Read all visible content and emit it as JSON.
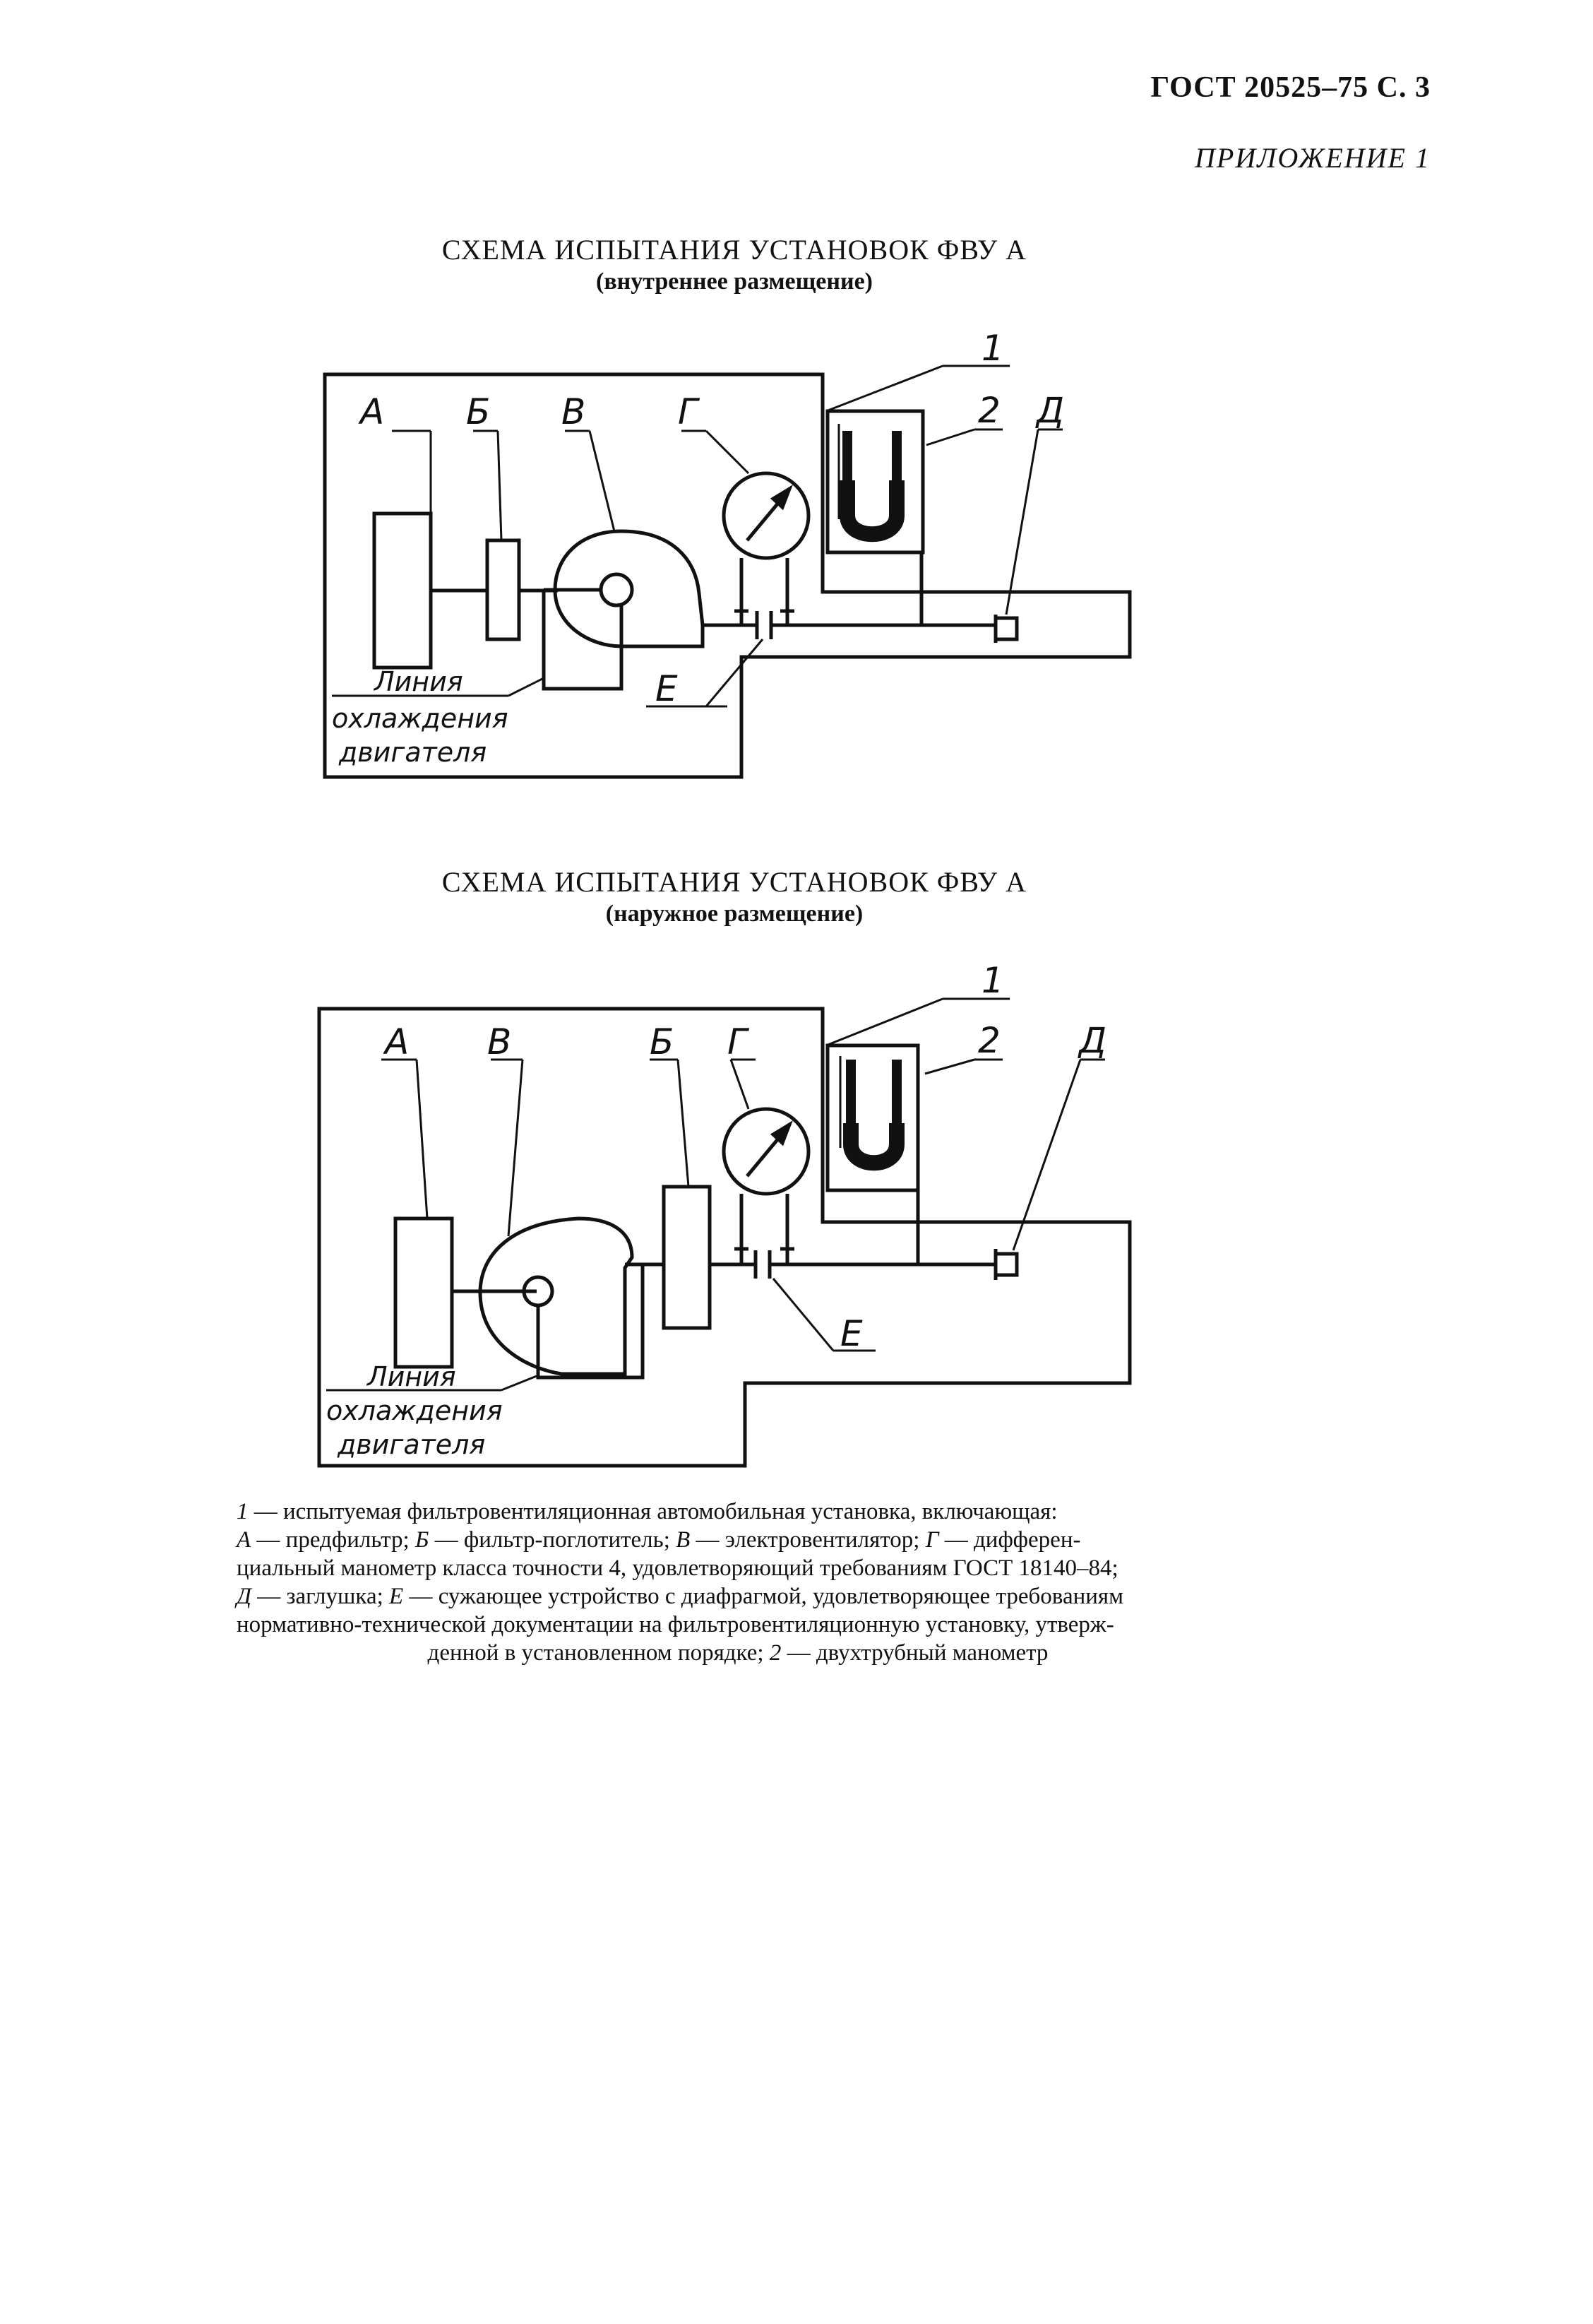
{
  "header": {
    "doc_ref": "ГОСТ 20525–75 С. 3",
    "appendix": "ПРИЛОЖЕНИЕ 1"
  },
  "diagram1": {
    "title": "СХЕМА ИСПЫТАНИЯ УСТАНОВОК ФВУ А",
    "subtitle": "(внутреннее размещение)",
    "labels": {
      "A": "А",
      "B": "Б",
      "V": "В",
      "G": "Г",
      "D": "Д",
      "E": "Е",
      "one": "1",
      "two": "2",
      "cooling_1": "Линия",
      "cooling_2": "охлаждения",
      "cooling_3": "двигателя"
    }
  },
  "diagram2": {
    "title": "СХЕМА ИСПЫТАНИЯ УСТАНОВОК ФВУ А",
    "subtitle": "(наружное размещение)",
    "labels": {
      "A": "А",
      "B": "Б",
      "V": "В",
      "G": "Г",
      "D": "Д",
      "E": "Е",
      "one": "1",
      "two": "2",
      "cooling_1": "Линия",
      "cooling_2": "охлаждения",
      "cooling_3": "двигателя"
    }
  },
  "caption": {
    "l1_num": "1",
    "l1_text": " — испытуемая фильтровентиляционная автомобильная установка, включающая:",
    "l2_a": "А",
    "l2_a_text": " — предфильтр; ",
    "l2_b": "Б",
    "l2_b_text": " — фильтр-поглотитель; ",
    "l2_v": "В",
    "l2_v_text": " — электровентилятор; ",
    "l2_g": "Г",
    "l2_g_text": " — диффе­рен-",
    "l3_text": "циальный манометр класса точности 4, удовлетворяющий требованиям ГОСТ 18140–84;",
    "l4_d": "Д",
    "l4_d_text": " — заглушка; ",
    "l4_e": "Е",
    "l4_e_text": " — сужающее устройство с диафрагмой, удовлетворяющее требованиям",
    "l5_text": "нормативно-технической документации на фильтровентиляционную установку, утверж-",
    "l6_text": "денной в установленном порядке; ",
    "l6_two": "2",
    "l6_two_text": " — двухтрубный манометр"
  }
}
